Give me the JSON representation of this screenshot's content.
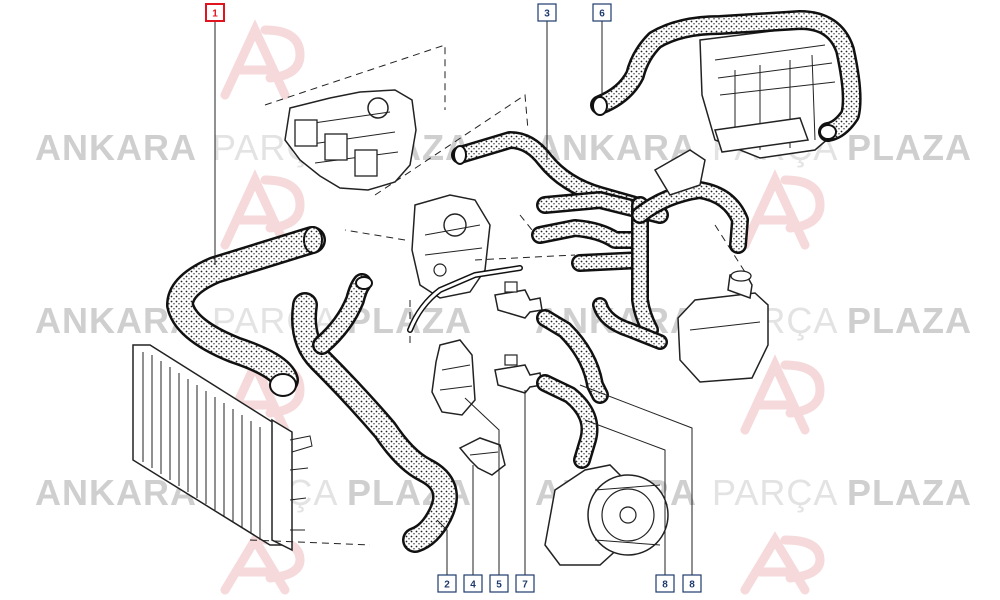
{
  "watermark": {
    "word1": "ANKARA",
    "word2": "PARÇA",
    "word3": "PLAZA"
  },
  "callouts": [
    {
      "id": "1",
      "label": "1",
      "highlight": true
    },
    {
      "id": "3",
      "label": "3",
      "highlight": false
    },
    {
      "id": "6",
      "label": "6",
      "highlight": false
    },
    {
      "id": "2",
      "label": "2",
      "highlight": false
    },
    {
      "id": "4",
      "label": "4",
      "highlight": false
    },
    {
      "id": "5",
      "label": "5",
      "highlight": false
    },
    {
      "id": "7",
      "label": "7",
      "highlight": false
    },
    {
      "id": "8a",
      "label": "8",
      "highlight": false
    },
    {
      "id": "8b",
      "label": "8",
      "highlight": false
    }
  ],
  "colors": {
    "highlight": "#e0141e",
    "callout": "#1f3b6e",
    "watermark": "#cfcfcf",
    "hose": "#111111"
  }
}
